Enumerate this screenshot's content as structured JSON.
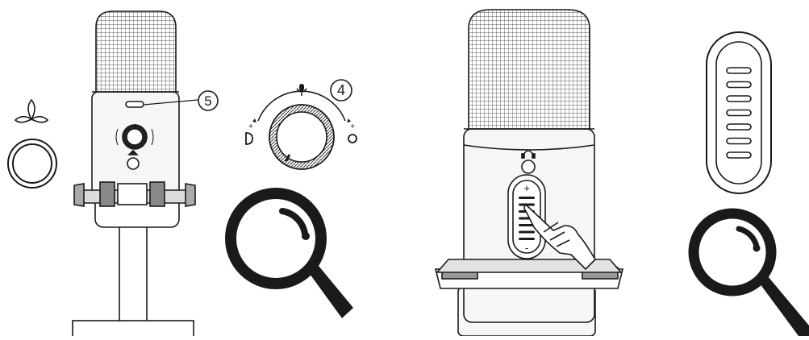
{
  "callouts": {
    "mic_mute_indicator": "5",
    "gain_knob": "4"
  },
  "icons": {
    "tri_leaf": "tri-leaf-icon",
    "ring": "ring-icon",
    "mic_symbol": "mic-symbol-icon",
    "headphones": "headphones-icon",
    "magnifier": "magnifying-glass-icon",
    "hand": "pointing-hand-icon"
  },
  "knob_labels": {
    "plus": "+",
    "minus": "-"
  },
  "volume_strip": {
    "plus": "+",
    "minus": "-",
    "bar_count": 7
  },
  "colors": {
    "line": "#1a1a1a",
    "grille": "#444444",
    "body": "#f4f4f4",
    "lens": "#ffffff"
  }
}
